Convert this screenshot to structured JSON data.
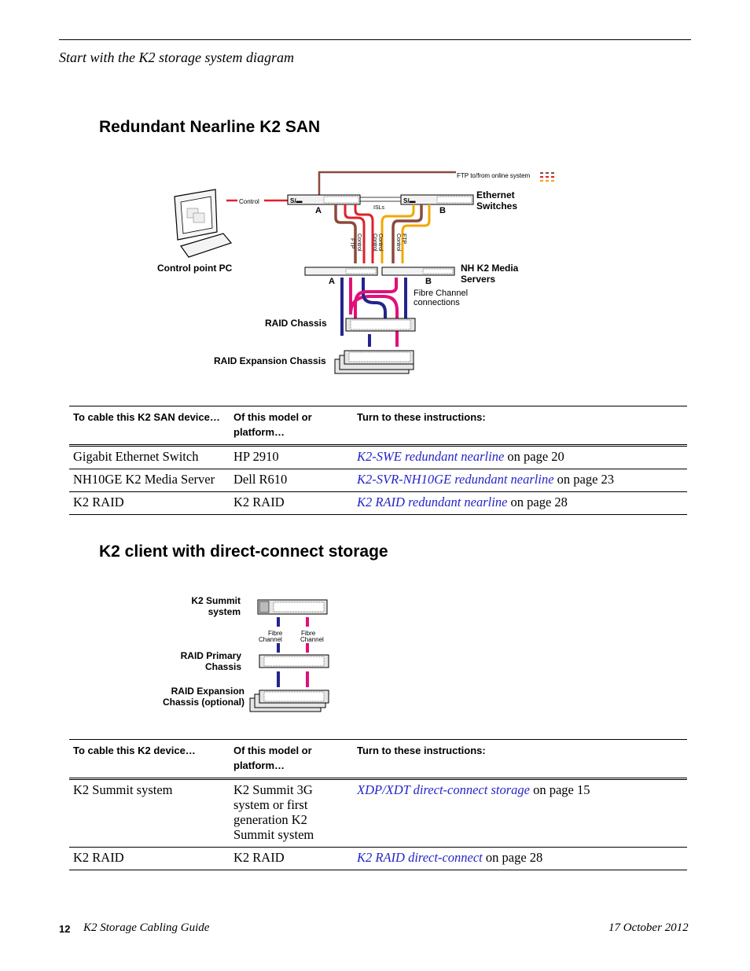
{
  "header": {
    "running_title": "Start with the K2 storage system diagram"
  },
  "section1": {
    "title": "Redundant Nearline K2 SAN",
    "diagram": {
      "ftp_online": "FTP to/from online system",
      "control": "Control",
      "isls": "ISLs",
      "switch_a": "A",
      "switch_b": "B",
      "ethernet_switches": "Ethernet Switches",
      "cable_ftp_1": "FTP",
      "cable_control_1": "Control",
      "cable_control_2": "Control",
      "cable_control_3": "Control",
      "cable_ftp_2": "FTP",
      "cable_control_4": "Control",
      "control_point_pc": "Control point PC",
      "server_a": "A",
      "server_b": "B",
      "nh_servers": "NH K2 Media Servers",
      "fibre_channel_connections": "Fibre Channel connections",
      "raid_chassis": "RAID Chassis",
      "raid_expansion_chassis": "RAID Expansion Chassis"
    },
    "table": {
      "headers": [
        "To cable this K2 SAN device…",
        "Of this model or platform…",
        "Turn to these instructions:"
      ],
      "rows": [
        {
          "device": "Gigabit Ethernet Switch",
          "model": "HP 2910",
          "link": "K2-SWE redundant nearline",
          "page": " on page 20"
        },
        {
          "device": "NH10GE K2 Media Server",
          "model": "Dell R610",
          "link": "K2-SVR-NH10GE redundant nearline",
          "page": " on page 23"
        },
        {
          "device": "K2 RAID",
          "model": "K2 RAID",
          "link": "K2 RAID redundant nearline",
          "page": " on page 28"
        }
      ]
    }
  },
  "section2": {
    "title": "K2 client with direct-connect storage",
    "diagram": {
      "summit_system": "K2 Summit system",
      "fibre_channel_1": "Fibre Channel",
      "fibre_channel_2": "Fibre Channel",
      "raid_primary": "RAID Primary Chassis",
      "raid_expansion": "RAID Expansion Chassis (optional)"
    },
    "table": {
      "headers": [
        "To cable this K2 device…",
        "Of this model or platform…",
        "Turn to these instructions:"
      ],
      "rows": [
        {
          "device": "K2 Summit system",
          "model": "K2 Summit 3G system or first generation K2 Summit system",
          "link": "XDP/XDT direct-connect storage",
          "page": " on page 15"
        },
        {
          "device": "K2 RAID",
          "model": "K2 RAID",
          "link": "K2 RAID direct-connect",
          "page": " on page 28"
        }
      ]
    }
  },
  "footer": {
    "page_number": "12",
    "doc_title": "K2 Storage Cabling Guide",
    "date": "17 October 2012"
  },
  "colors": {
    "link": "#2424c8",
    "ftp_cable": "#8b4a3a",
    "control_cable": "#e0202a",
    "isl_cable": "#f0a800",
    "fc_blue": "#24248c",
    "fc_magenta": "#e0107a"
  }
}
